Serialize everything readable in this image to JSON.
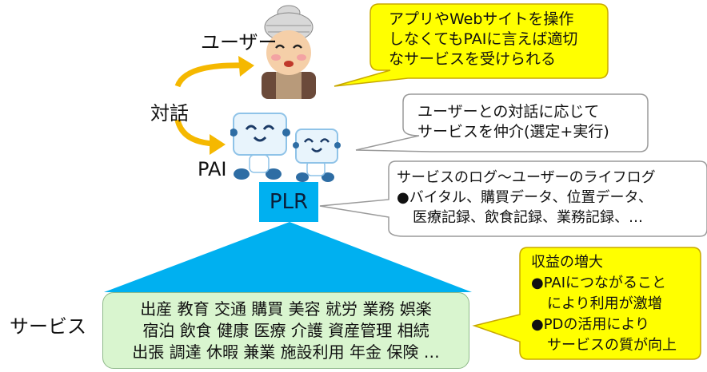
{
  "labels": {
    "user": "ユーザー",
    "dialog": "対話",
    "pai": "PAI",
    "plr": "PLR",
    "service": "サービス"
  },
  "callouts": {
    "user_benefit": [
      "アプリやWebサイトを操作",
      "しなくてもPAIに言えば適切",
      "なサービスを受けられる"
    ],
    "pai_role": [
      "ユーザーとの対話に応じて",
      "サービスを仲介(選定+実行)"
    ],
    "plr_data": [
      "サービスのログ～ユーザーのライフログ",
      "●バイタル、購買データ、位置データ、",
      "医療記録、飲食記録、業務記録、…"
    ],
    "revenue": [
      "収益の増大",
      "●PAIにつながること",
      "により利用が激増",
      "●PDの活用により",
      "サービスの質が向上"
    ]
  },
  "services_lines": [
    "出産 教育 交通 購買 美容 就労 業務 娯楽",
    "宿泊 飲食 健康 医療 介護 資産管理 相続",
    "出張 調達 休暇 兼業 施設利用 年金 保険 …"
  ],
  "colors": {
    "yellow_callout": "#ffff00",
    "yellow_border": "#c8a800",
    "arrow": "#f5b800",
    "plr_box": "#00b0f0",
    "triangle": "#00b0f0",
    "services_bg": "#d9f5cf"
  }
}
